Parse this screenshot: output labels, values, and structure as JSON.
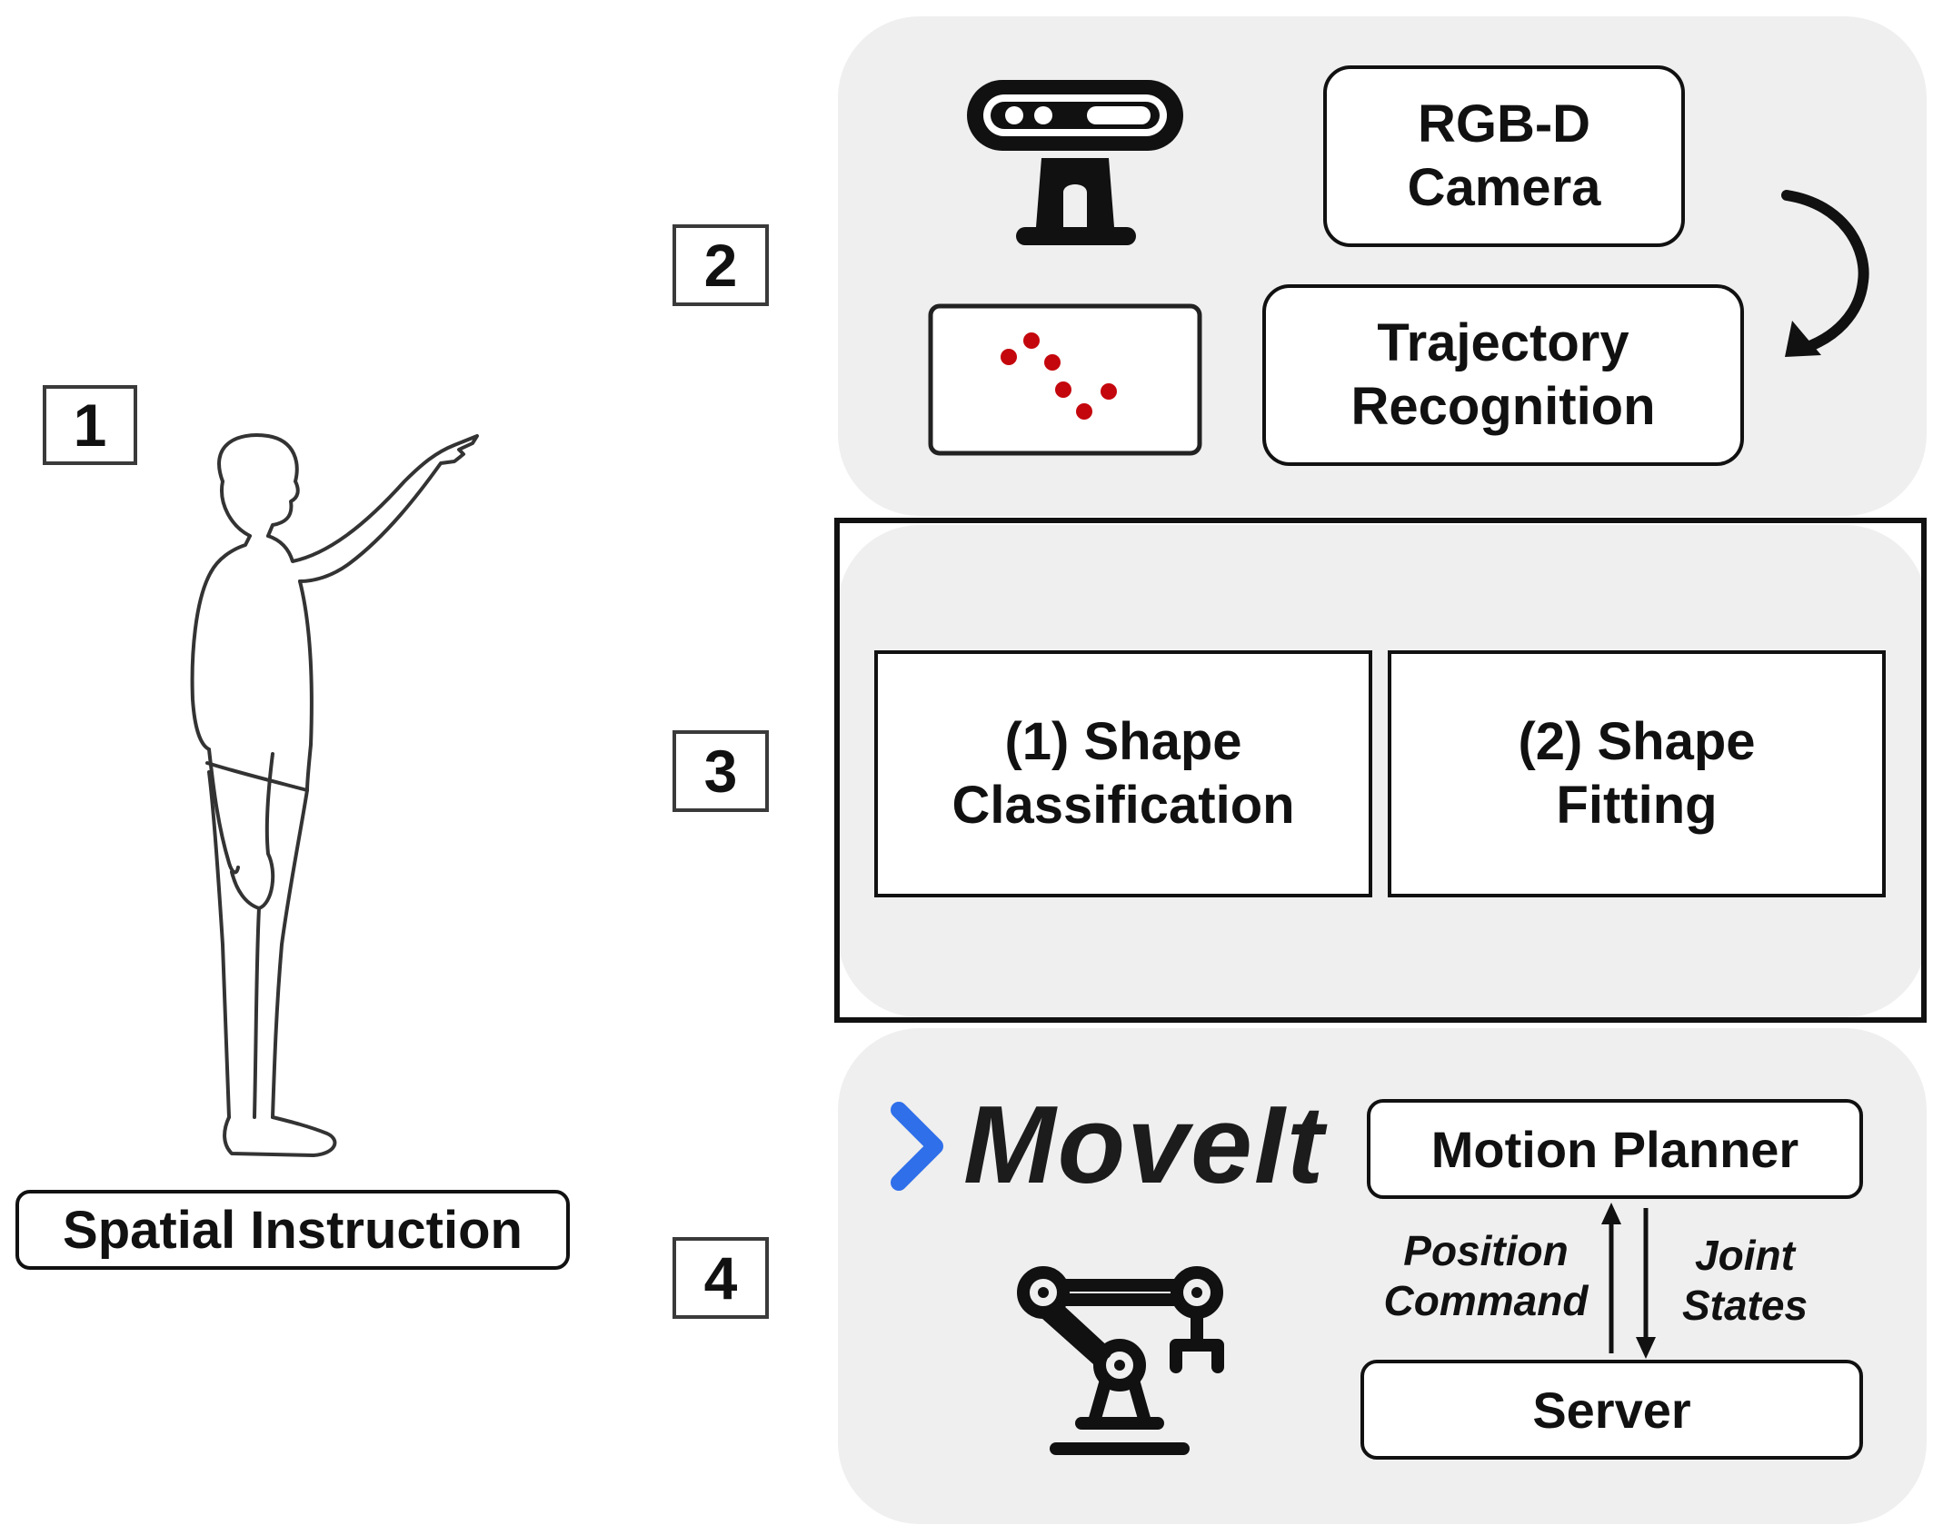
{
  "steps": {
    "one": "1",
    "two": "2",
    "three": "3",
    "four": "4"
  },
  "person": {
    "label": "Spatial Instruction",
    "icon": "pointing-person-icon"
  },
  "perception": {
    "camera_label": "RGB-D\nCamera",
    "trajectory_label": "Trajectory\nRecognition",
    "camera_icon": "depth-camera-icon",
    "trajectory_icon": "trajectory-points-icon",
    "flow_icon": "curved-arrow-icon",
    "point_color": "#c4070d"
  },
  "shape": {
    "classification_label": "(1) Shape\nClassification",
    "fitting_label": "(2) Shape\nFitting"
  },
  "execution": {
    "brand": "MoveIt",
    "brand_icon": "chevron-right-icon",
    "brand_color": "#2f6fea",
    "robot_icon": "robot-arm-icon",
    "planner_label": "Motion Planner",
    "server_label": "Server",
    "position_command": "Position\nCommand",
    "joint_states": "Joint\nStates"
  }
}
